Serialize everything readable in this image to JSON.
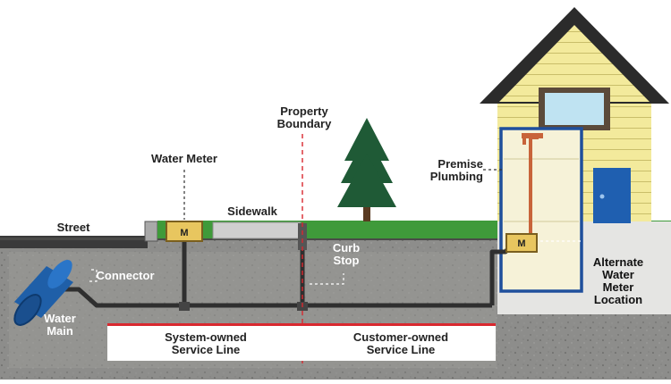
{
  "labels": {
    "property_boundary": [
      "Property",
      "Boundary"
    ],
    "water_meter": "Water Meter",
    "sidewalk": "Sidewalk",
    "street": "Street",
    "curb_stop": [
      "Curb",
      "Stop"
    ],
    "premise_plumbing": [
      "Premise",
      "Plumbing"
    ],
    "alternate_location": [
      "Alternate",
      "Water",
      "Meter",
      "Location"
    ],
    "connector": "Connector",
    "water_main": [
      "Water",
      "Main"
    ],
    "system_owned": [
      "System-owned",
      "Service Line"
    ],
    "customer_owned": [
      "Customer-owned",
      "Service Line"
    ],
    "meter_symbol": "M"
  },
  "colors": {
    "soil": "#8a8a88",
    "pipe": "#2f2f2f",
    "water_main": "#1f5fa8",
    "boundary_line": "#d9282f",
    "premise_box": "#1f4f9c",
    "meter": "#e8c65f",
    "house_siding": "#f3ea9c",
    "roof": "#2b2b2b",
    "grass": "#3f9a3a",
    "tree": "#1f5a36",
    "door": "#1f5fb0",
    "copper_pipe": "#c8643a"
  }
}
